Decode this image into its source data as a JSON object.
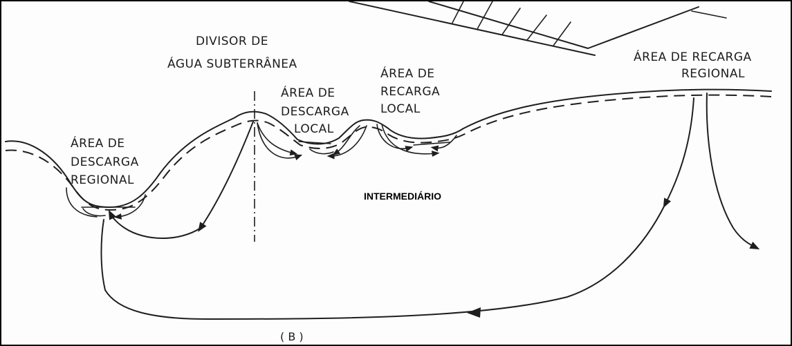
{
  "labels": {
    "divisor_line1": "DIVISOR DE",
    "divisor_line2": "ÁGUA SUBTERRÂNEA",
    "descarga_local_line1": "ÁREA DE",
    "descarga_local_line2": "DESCARGA",
    "descarga_local_line3": "LOCAL",
    "recarga_local_line1": "ÁREA DE",
    "recarga_local_line2": "RECARGA",
    "recarga_local_line3": "LOCAL",
    "recarga_regional_line1": "ÁREA DE RECARGA",
    "recarga_regional_line2": "REGIONAL",
    "descarga_regional_line1": "ÁREA DE",
    "descarga_regional_line2": "DESCARGA",
    "descarga_regional_line3": "REGIONAL",
    "intermediario": "INTERMEDIÁRIO",
    "caption": "( B )"
  },
  "colors": {
    "ink": "#1e1e1e",
    "background": "#fdfdfd",
    "border": "#000000"
  }
}
